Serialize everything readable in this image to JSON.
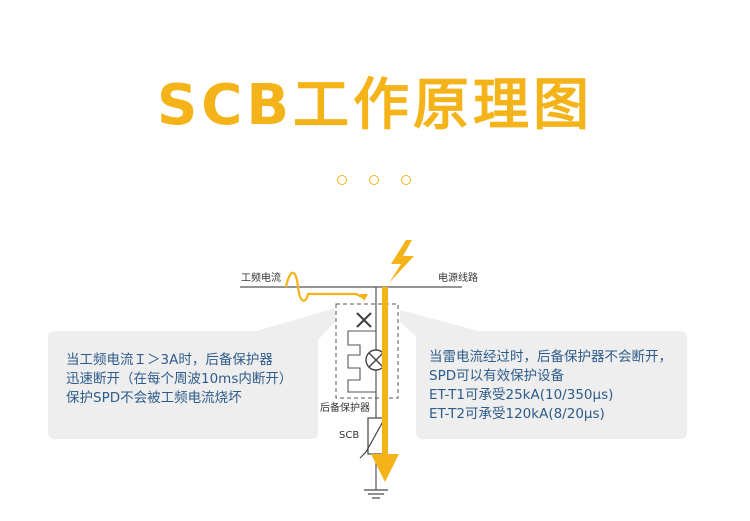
{
  "title": "SCB工作原理图",
  "colors": {
    "accent": "#f5b31a",
    "text_blue": "#2e5c8a",
    "box_bg": "#eeeeee",
    "line": "#555555"
  },
  "diagram": {
    "label_power_freq": "工频电流",
    "label_power_line": "电源线路",
    "label_backup": "后备保护器",
    "label_scb": "SCB",
    "icons": [
      "lightning-icon",
      "switch-x-icon",
      "lamp-icon",
      "varistor-icon",
      "ground-icon"
    ]
  },
  "left_box": {
    "lines": [
      "当工频电流Ｉ＞3A时，后备保护器",
      "迅速断开（在每个周波10ms内断开）",
      "保护SPD不会被工频电流烧坏"
    ]
  },
  "right_box": {
    "lines": [
      "当雷电流经过时，后备保护器不会断开，",
      "SPD可以有效保护设备",
      "ET-T1可承受25kA(10/350μs)",
      "ET-T2可承受120kA(8/20μs)"
    ]
  }
}
